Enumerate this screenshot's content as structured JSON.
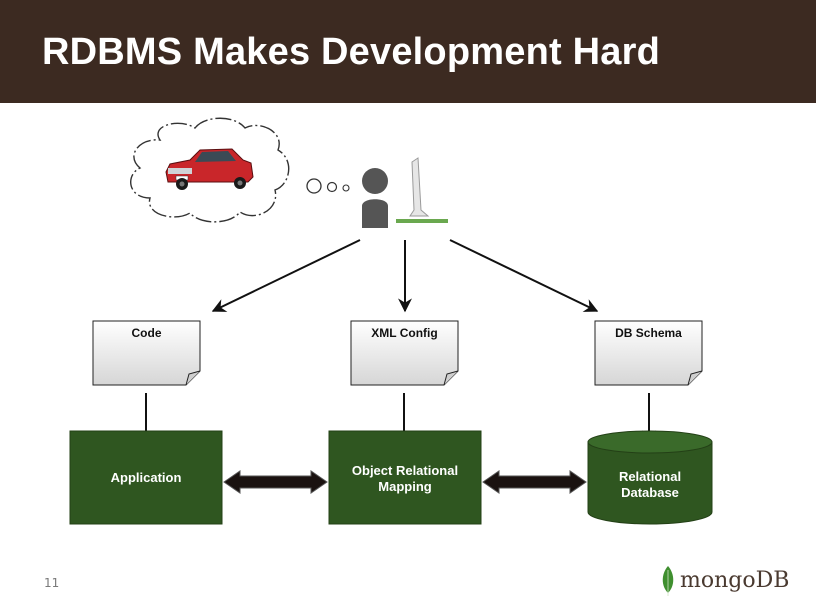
{
  "slide": {
    "title": "RDBMS Makes Development Hard",
    "number": "11"
  },
  "documents": {
    "code": "Code",
    "xml_config": "XML Config",
    "db_schema": "DB Schema"
  },
  "components": {
    "application": "Application",
    "orm_line1": "Object Relational",
    "orm_line2": "Mapping",
    "db_line1": "Relational",
    "db_line2": "Database"
  },
  "logo": {
    "text": "mongoDB"
  },
  "colors": {
    "title_bar": "#3c2a21",
    "box_fill": "#2f5620",
    "doc_fill": "#e8e8e8",
    "car": "#c9262a",
    "person": "#555555",
    "desk": "#6aa84f",
    "leaf": "#3f8f2f"
  },
  "icons": {
    "thought": "thought-cloud-icon",
    "car": "car-icon",
    "person": "person-icon",
    "monitor": "monitor-icon"
  }
}
